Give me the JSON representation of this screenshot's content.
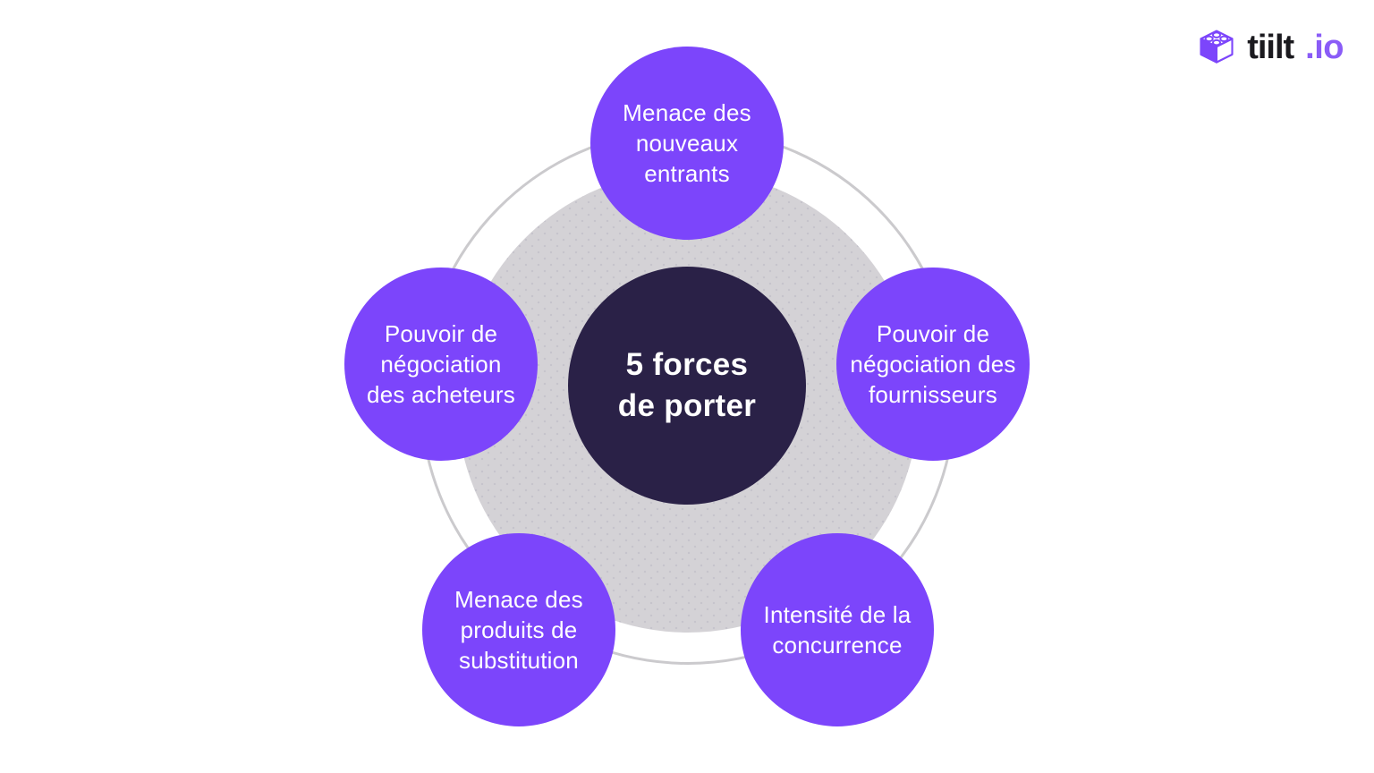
{
  "logo": {
    "brand": "tiilt",
    "suffix": ".io",
    "icon": "lego-brick-icon",
    "brand_color": "#1b1a1f",
    "suffix_color": "#8a5cf7"
  },
  "diagram": {
    "title": "5 forces\nde porter",
    "title_plain": "5 forces de porter",
    "colors": {
      "node_fill": "#7c45fb",
      "center_fill": "#2a2147",
      "disc_fill": "#d4d2d6",
      "disc_dots": "#c6c3cb",
      "ring_stroke": "#cbcacd",
      "text": "#ffffff"
    },
    "nodes": [
      {
        "id": "top",
        "label": "Menace des\nnouveaux\nentrants",
        "label_plain": "Menace des nouveaux entrants"
      },
      {
        "id": "left",
        "label": "Pouvoir de\nnégociation\ndes acheteurs",
        "label_plain": "Pouvoir de négociation des acheteurs"
      },
      {
        "id": "right",
        "label": "Pouvoir de\nnégociation des\nfournisseurs",
        "label_plain": "Pouvoir de négociation des fournisseurs"
      },
      {
        "id": "bottom-left",
        "label": "Menace des\nproduits de\nsubstitution",
        "label_plain": "Menace des produits de substitution"
      },
      {
        "id": "bottom-right",
        "label": "Intensité de la\nconcurrence",
        "label_plain": "Intensité de la concurrence"
      }
    ]
  }
}
